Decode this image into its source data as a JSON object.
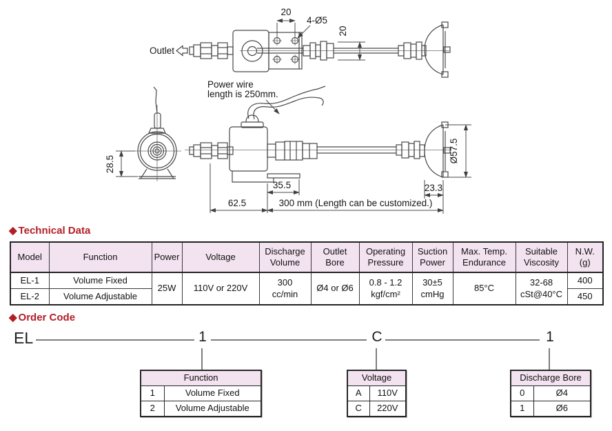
{
  "colors": {
    "accent_red": "#b21e28",
    "table_header_bg": "#f3e2ef",
    "line_gray": "#474747"
  },
  "drawing": {
    "top_view": {
      "outlet_label": "Outlet",
      "hole_spacing_dim": "20",
      "holes_label": "4-Ø5",
      "tube_od_dim": "20"
    },
    "front_view": {
      "base_height_dim": "28.5"
    },
    "side_view": {
      "power_wire_note_line1": "Power wire",
      "power_wire_note_line2": "length is 250mm.",
      "solenoid_width_dim": "35.5",
      "body_length_dim": "62.5",
      "tube_length_dim": "300 mm (Length can be customized.)",
      "strainer_depth_dim": "23.3",
      "strainer_diameter_dim": "Ø57.5"
    }
  },
  "technical_data": {
    "bullet": "◆",
    "heading": "Technical Data",
    "headers": [
      "Model",
      "Function",
      "Power",
      "Voltage",
      "Discharge\nVolume",
      "Outlet\nBore",
      "Operating\nPressure",
      "Suction\nPower",
      "Max. Temp.\nEndurance",
      "Suitable\nViscosity",
      "N.W.\n(g)"
    ],
    "rows": [
      {
        "model": "EL-1",
        "function": "Volume Fixed",
        "nw": "400"
      },
      {
        "model": "EL-2",
        "function": "Volume Adjustable",
        "nw": "450"
      }
    ],
    "shared": {
      "power": "25W",
      "voltage": "110V or 220V",
      "discharge": "300\ncc/min",
      "outlet_bore": "Ø4 or Ø6",
      "pressure": "0.8 - 1.2\nkgf/cm²",
      "suction": "30±5\ncmHg",
      "max_temp": "85°C",
      "viscosity": "32-68\ncSt@40°C"
    }
  },
  "order_code": {
    "bullet": "◆",
    "heading": "Order Code",
    "prefix": "EL",
    "segments": [
      {
        "code": "1",
        "title": "Function",
        "rows": [
          {
            "key": "1",
            "value": "Volume Fixed"
          },
          {
            "key": "2",
            "value": "Volume Adjustable"
          }
        ]
      },
      {
        "code": "C",
        "title": "Voltage",
        "rows": [
          {
            "key": "A",
            "value": "110V"
          },
          {
            "key": "C",
            "value": "220V"
          }
        ]
      },
      {
        "code": "1",
        "title": "Discharge Bore",
        "rows": [
          {
            "key": "0",
            "value": "Ø4"
          },
          {
            "key": "1",
            "value": "Ø6"
          }
        ]
      }
    ]
  }
}
